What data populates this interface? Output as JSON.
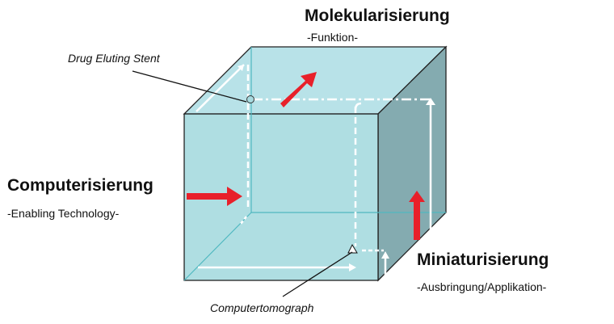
{
  "axes": {
    "molekularisierung": {
      "title": "Molekularisierung",
      "subtitle": "-Funktion-"
    },
    "computerisierung": {
      "title": "Computerisierung",
      "subtitle": "-Enabling Technology-"
    },
    "miniaturisierung": {
      "title": "Miniaturisierung",
      "subtitle": "-Ausbringung/Applikation-"
    }
  },
  "annotations": {
    "stent": "Drug Eluting Stent",
    "ct": "Computertomograph"
  },
  "colors": {
    "front_face": "#a8dbe0",
    "top_face": "#b8e2e8",
    "side_face": "#84abb0",
    "edge": "#222222",
    "arrow": "#e8202a",
    "path": "#ffffff",
    "inner_edge": "#4fb8c0"
  }
}
